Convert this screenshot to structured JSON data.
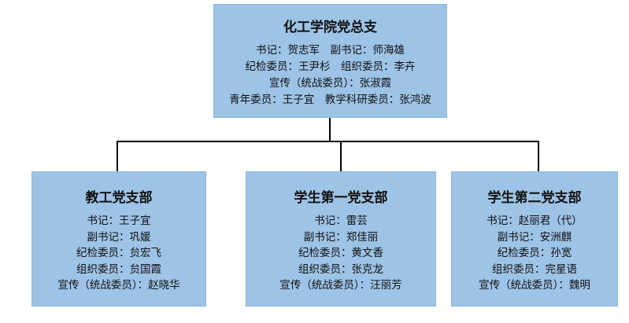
{
  "root": {
    "title": "化工学院党总支",
    "lines": [
      "书记：贺志军　副书记：师海雄",
      "纪检委员：王尹杉　组织委员：李卉",
      "宣传（统战委员）：张淑霞",
      "青年委员：王子宜　教学科研委员：张鸿波"
    ]
  },
  "branches": [
    {
      "title": "教工党支部",
      "lines": [
        "书记：王子宜",
        "副书记：巩媛",
        "纪检委员：贠宏飞",
        "组织委员：贠国霞",
        "宣传（统战委员）：赵晓华"
      ]
    },
    {
      "title": "学生第一党支部",
      "lines": [
        "书记：雷芸",
        "副书记：郑佳丽",
        "纪检委员：黄文香",
        "组织委员：张克龙",
        "宣传（统战委员）：汪丽芳"
      ]
    },
    {
      "title": "学生第二党支部",
      "lines": [
        "书记：赵丽君（代）",
        "副书记：安洲麒",
        "纪检委员：孙宽",
        "组织委员：完星语",
        "宣传（统战委员）：魏明"
      ]
    }
  ]
}
